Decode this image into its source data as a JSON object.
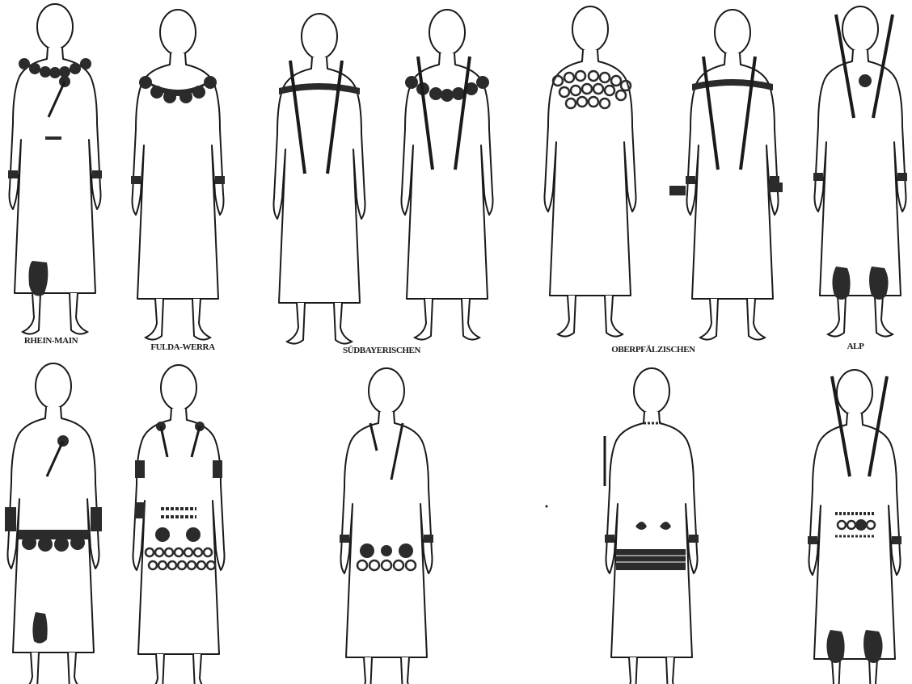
{
  "colors": {
    "ink": "#1a1a1a",
    "paper": "#ffffff",
    "ornament": "#2b2b2b"
  },
  "labels": {
    "rhein_main": "RHEIN-MAIN",
    "fulda_werra": "FULDA-WERRA",
    "sudbayerischen": "SÜDBAYERISCHEN",
    "oberpfalzischen": "OBERPFÄLZISCHEN",
    "alp": "ALP"
  },
  "figures": {
    "row1": [
      {
        "group": "RHEIN-MAIN",
        "ornaments": [
          "necklace",
          "pin",
          "belt-detail",
          "bracelets",
          "leg-ornament"
        ]
      },
      {
        "group": "FULDA-WERRA",
        "ornaments": [
          "collar",
          "bracelets"
        ]
      },
      {
        "group": "SÜDBAYERISCHEN",
        "ornaments": [
          "shoulder-band",
          "long-pins"
        ]
      },
      {
        "group": "SÜDBAYERISCHEN",
        "ornaments": [
          "disc-necklace",
          "long-pins"
        ]
      },
      {
        "group": "OBERPFÄLZISCHEN",
        "ornaments": [
          "spiral-collar"
        ]
      },
      {
        "group": "OBERPFÄLZISCHEN",
        "ornaments": [
          "shoulder-band",
          "long-pins",
          "bracelets"
        ]
      },
      {
        "group": "ALP",
        "ornaments": [
          "pendant",
          "long-pins",
          "leg-ornaments"
        ]
      }
    ],
    "row2": [
      {
        "group": "RHEIN-MAIN",
        "ornaments": [
          "pin",
          "belt",
          "arm-rings",
          "leg-ornament"
        ]
      },
      {
        "group": "FULDA-WERRA",
        "ornaments": [
          "pins",
          "arm-rings",
          "belt-discs"
        ]
      },
      {
        "group": "SÜDBAYERISCHEN",
        "ornaments": [
          "long-pins",
          "belt-discs"
        ]
      },
      {
        "group": "OBERPFÄLZISCHEN",
        "ornaments": [
          "pin",
          "belt-plates",
          "belt-band"
        ]
      },
      {
        "group": "ALP",
        "ornaments": [
          "long-pins",
          "belt-discs",
          "leg-ornaments"
        ]
      }
    ]
  }
}
